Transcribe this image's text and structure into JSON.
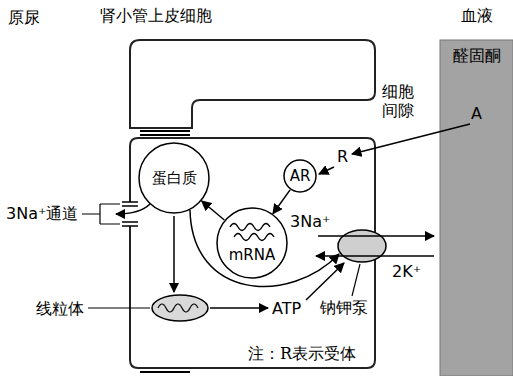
{
  "diagram": {
    "nodes": [
      {
        "text": [
          "肾小管上皮细胞"
        ]
      },
      {
        "text": [
          "蛋白质"
        ],
        "in": 0
      },
      {
        "text": [
          "AR"
        ],
        "in": 0
      },
      {
        "text": [
          "mRNA"
        ],
        "in": 0
      },
      {
        "text": [
          "血液",
          "醛固酮",
          "A"
        ]
      }
    ],
    "edges": [
      {
        "from": 2,
        "to": 3,
        "arrow": "to"
      },
      {
        "from": 3,
        "to": 1,
        "arrow": "to"
      }
    ],
    "labels": [
      "原尿",
      "细胞间隙",
      "R",
      "3Na⁺通道",
      "3Na⁺",
      "2K⁺",
      "线粒体",
      "ATP",
      "钠钾泵",
      "注：R表示受体"
    ]
  }
}
